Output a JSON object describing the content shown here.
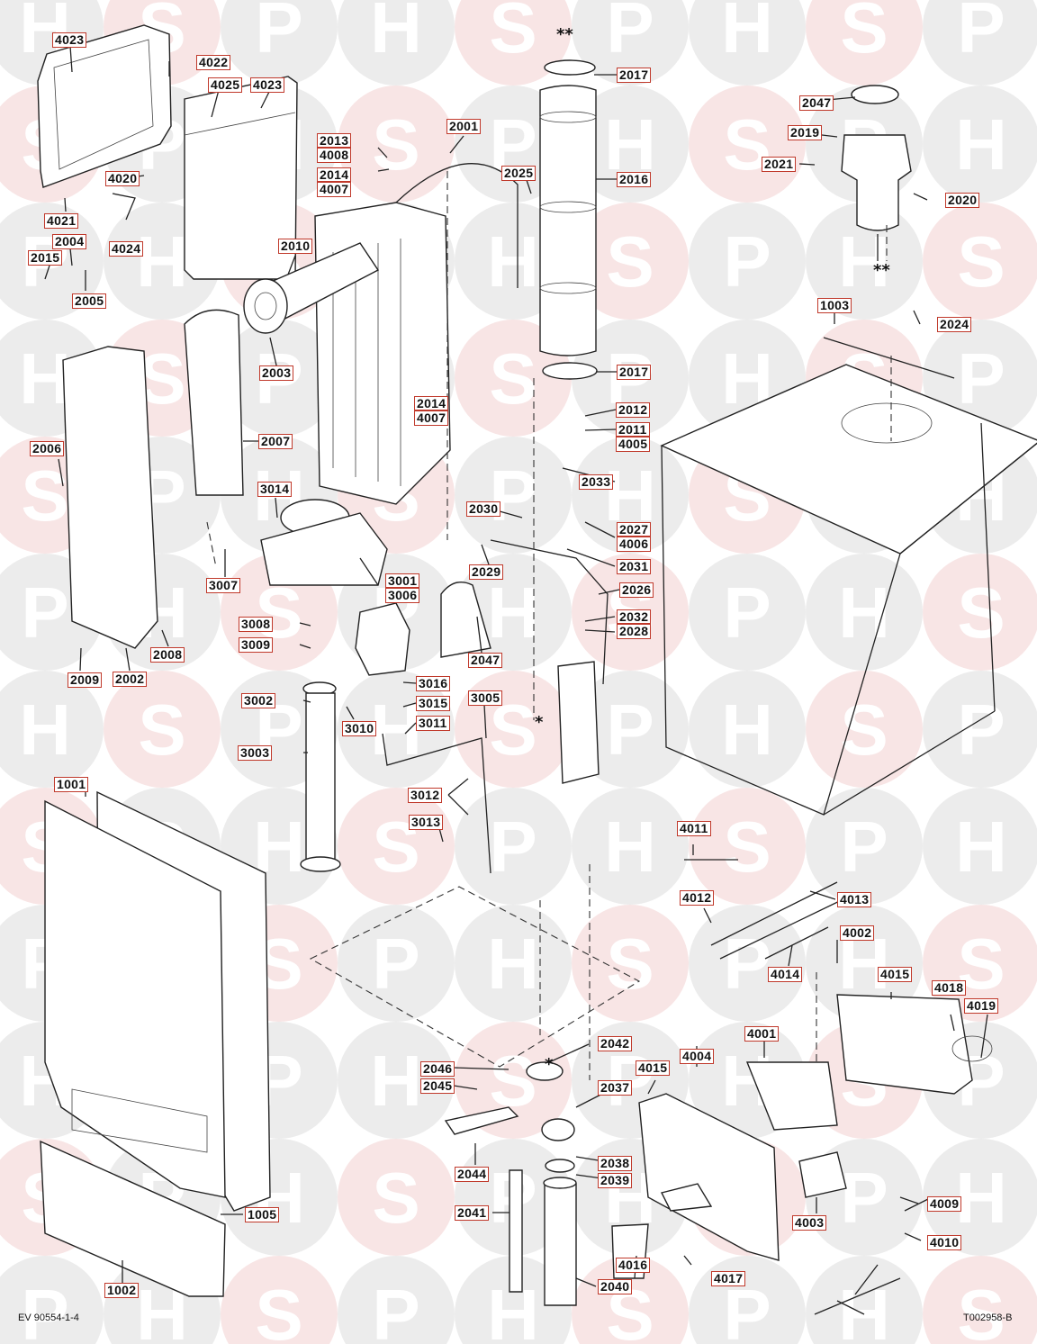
{
  "diagram": {
    "type": "exploded-parts-diagram",
    "subject": "boiler assembly",
    "accent_color": "#c0392b",
    "watermark": {
      "letters": [
        "H",
        "S",
        "P"
      ],
      "neutral_color": "#e6e6e6",
      "brand_color": "#f6dcdc"
    },
    "footer": {
      "left_code": "EV 90554-1-4",
      "right_code": "T002958-B"
    },
    "markers": {
      "single_star": "*",
      "double_star": "**"
    },
    "labels": [
      {
        "id": "4023a",
        "text": "4023"
      },
      {
        "id": "4022",
        "text": "4022"
      },
      {
        "id": "4025",
        "text": "4025"
      },
      {
        "id": "4023b",
        "text": "4023"
      },
      {
        "id": "4020",
        "text": "4020"
      },
      {
        "id": "4021",
        "text": "4021"
      },
      {
        "id": "4024",
        "text": "4024"
      },
      {
        "id": "2004",
        "text": "2004"
      },
      {
        "id": "2015",
        "text": "2015"
      },
      {
        "id": "2005",
        "text": "2005"
      },
      {
        "id": "2013",
        "text": "2013"
      },
      {
        "id": "4008",
        "text": "4008"
      },
      {
        "id": "2014a",
        "text": "2014"
      },
      {
        "id": "4007a",
        "text": "4007"
      },
      {
        "id": "2001",
        "text": "2001"
      },
      {
        "id": "2025",
        "text": "2025"
      },
      {
        "id": "2017a",
        "text": "2017"
      },
      {
        "id": "2016",
        "text": "2016"
      },
      {
        "id": "2010",
        "text": "2010"
      },
      {
        "id": "2003",
        "text": "2003"
      },
      {
        "id": "2017b",
        "text": "2017"
      },
      {
        "id": "2014b",
        "text": "2014"
      },
      {
        "id": "4007b",
        "text": "4007"
      },
      {
        "id": "2012",
        "text": "2012"
      },
      {
        "id": "2011",
        "text": "2011"
      },
      {
        "id": "4005",
        "text": "4005"
      },
      {
        "id": "2047a",
        "text": "2047"
      },
      {
        "id": "2019",
        "text": "2019"
      },
      {
        "id": "2021",
        "text": "2021"
      },
      {
        "id": "2020",
        "text": "2020"
      },
      {
        "id": "1003",
        "text": "1003"
      },
      {
        "id": "2024",
        "text": "2024"
      },
      {
        "id": "2007",
        "text": "2007"
      },
      {
        "id": "2006",
        "text": "2006"
      },
      {
        "id": "3014",
        "text": "3014"
      },
      {
        "id": "3007",
        "text": "3007"
      },
      {
        "id": "2033",
        "text": "2033"
      },
      {
        "id": "2030",
        "text": "2030"
      },
      {
        "id": "2027",
        "text": "2027"
      },
      {
        "id": "4006",
        "text": "4006"
      },
      {
        "id": "2029",
        "text": "2029"
      },
      {
        "id": "2031",
        "text": "2031"
      },
      {
        "id": "3001",
        "text": "3001"
      },
      {
        "id": "3006",
        "text": "3006"
      },
      {
        "id": "2026",
        "text": "2026"
      },
      {
        "id": "3008",
        "text": "3008"
      },
      {
        "id": "3009",
        "text": "3009"
      },
      {
        "id": "2008",
        "text": "2008"
      },
      {
        "id": "2032",
        "text": "2032"
      },
      {
        "id": "2028",
        "text": "2028"
      },
      {
        "id": "2047b",
        "text": "2047"
      },
      {
        "id": "2009",
        "text": "2009"
      },
      {
        "id": "2002",
        "text": "2002"
      },
      {
        "id": "3016",
        "text": "3016"
      },
      {
        "id": "3002",
        "text": "3002"
      },
      {
        "id": "3015",
        "text": "3015"
      },
      {
        "id": "3005",
        "text": "3005"
      },
      {
        "id": "3010",
        "text": "3010"
      },
      {
        "id": "3011",
        "text": "3011"
      },
      {
        "id": "3003",
        "text": "3003"
      },
      {
        "id": "1001",
        "text": "1001"
      },
      {
        "id": "3012",
        "text": "3012"
      },
      {
        "id": "3013",
        "text": "3013"
      },
      {
        "id": "4011",
        "text": "4011"
      },
      {
        "id": "4012",
        "text": "4012"
      },
      {
        "id": "4013",
        "text": "4013"
      },
      {
        "id": "4002",
        "text": "4002"
      },
      {
        "id": "4014",
        "text": "4014"
      },
      {
        "id": "4015a",
        "text": "4015"
      },
      {
        "id": "4018",
        "text": "4018"
      },
      {
        "id": "4019",
        "text": "4019"
      },
      {
        "id": "2042",
        "text": "2042"
      },
      {
        "id": "4001",
        "text": "4001"
      },
      {
        "id": "4004",
        "text": "4004"
      },
      {
        "id": "2046",
        "text": "2046"
      },
      {
        "id": "2045",
        "text": "2045"
      },
      {
        "id": "4015b",
        "text": "4015"
      },
      {
        "id": "2037",
        "text": "2037"
      },
      {
        "id": "2038",
        "text": "2038"
      },
      {
        "id": "2039",
        "text": "2039"
      },
      {
        "id": "2044",
        "text": "2044"
      },
      {
        "id": "4003",
        "text": "4003"
      },
      {
        "id": "4009",
        "text": "4009"
      },
      {
        "id": "1005",
        "text": "1005"
      },
      {
        "id": "2041",
        "text": "2041"
      },
      {
        "id": "4016",
        "text": "4016"
      },
      {
        "id": "4010",
        "text": "4010"
      },
      {
        "id": "4017",
        "text": "4017"
      },
      {
        "id": "2040",
        "text": "2040"
      },
      {
        "id": "1002",
        "text": "1002"
      }
    ]
  }
}
